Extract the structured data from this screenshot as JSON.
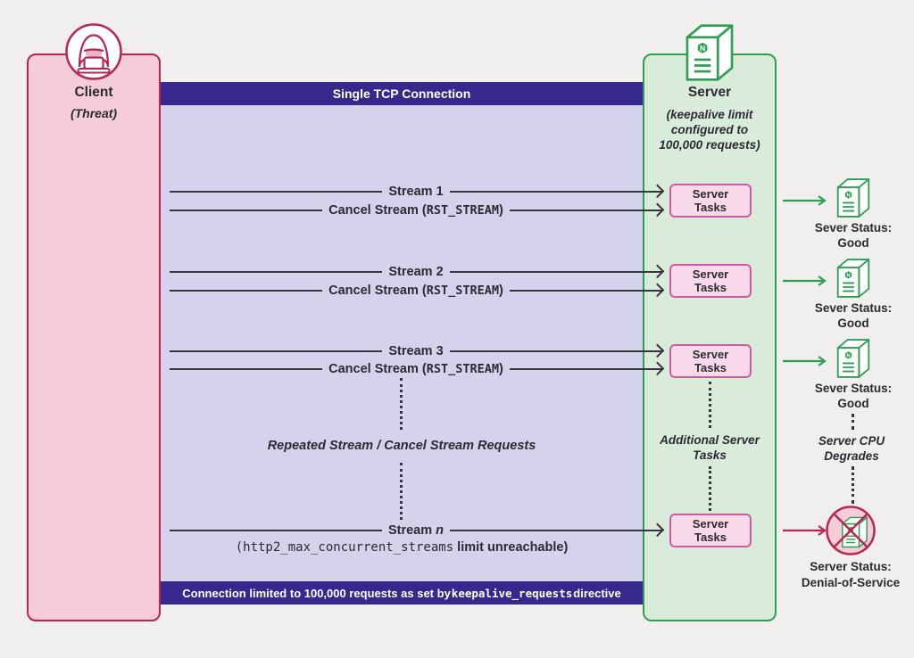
{
  "colors": {
    "crimson": "#b92553",
    "pink_fill": "#f5cdd9",
    "purple": "#37288e",
    "lavender": "#d5d3ec",
    "green": "#2e9e53",
    "green_fill": "#d9ecd9",
    "task_pink_fill": "#f7d9e9",
    "task_pink_border": "#cc5ba3",
    "line": "#36353d",
    "text": "#2b2a33",
    "background": "#f0efed"
  },
  "client": {
    "title": "Client",
    "subtitle": "(Threat)"
  },
  "tcp_connection": {
    "header": "Single TCP Connection",
    "streams": [
      {
        "label": "Stream 1"
      },
      {
        "label": "Stream 2"
      },
      {
        "label": "Stream 3"
      }
    ],
    "cancel": {
      "prefix": "Cancel Stream (",
      "code": "RST_STREAM",
      "suffix": ")"
    },
    "repeat_note": "Repeated Stream / Cancel Stream Requests",
    "stream_n": {
      "prefix": "Stream ",
      "n": "n"
    },
    "limit_note": {
      "code": "(http2_max_concurrent_streams",
      "rest": " limit unreachable)"
    },
    "footer": {
      "prefix": "Connection limited to 100,000 requests as set by ",
      "code": "keepalive_requests",
      "suffix": " directive"
    }
  },
  "server": {
    "title": "Server",
    "subtitle": "(keepalive limit configured to 100,000 requests)",
    "task_label": "Server Tasks",
    "additional_note": "Additional Server Tasks"
  },
  "status_column": {
    "good": {
      "line1": "Sever Status:",
      "line2": "Good"
    },
    "cpu_note": "Server CPU Degrades",
    "dos": {
      "line1": "Server Status:",
      "line2": "Denial-of-Service"
    }
  }
}
